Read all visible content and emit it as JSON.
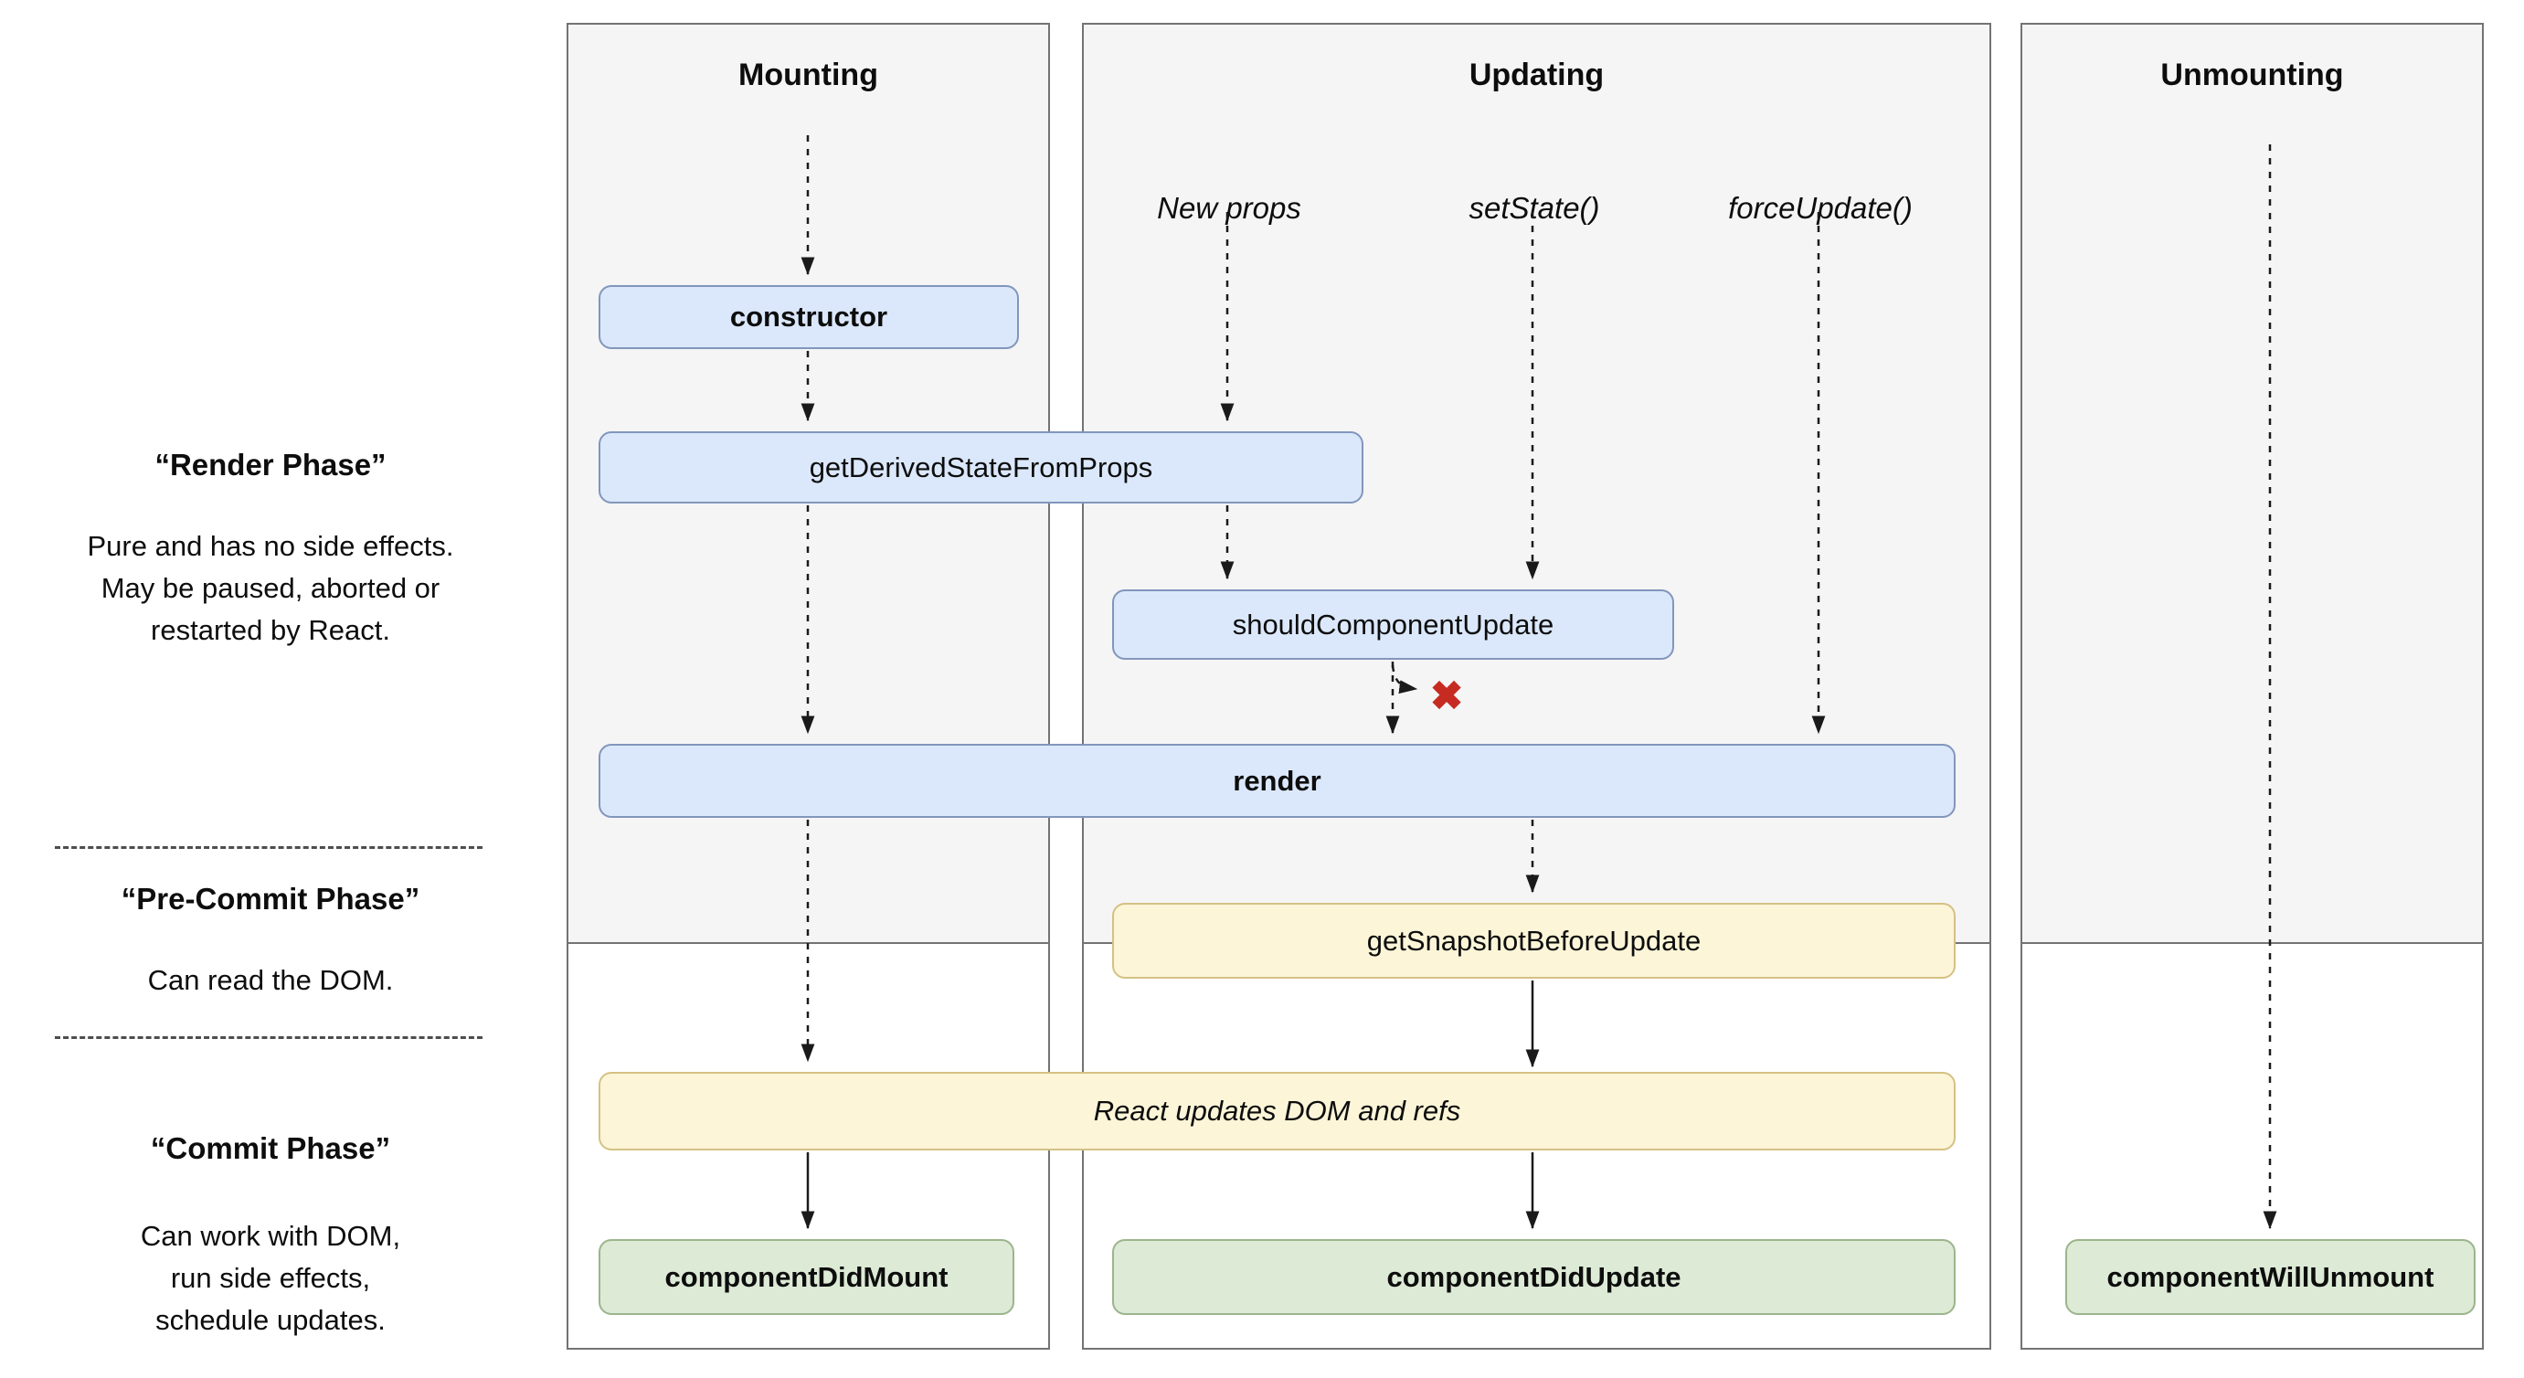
{
  "columns": {
    "mounting": {
      "title": "Mounting"
    },
    "updating": {
      "title": "Updating",
      "triggers": [
        "New props",
        "setState()",
        "forceUpdate()"
      ]
    },
    "unmounting": {
      "title": "Unmounting"
    }
  },
  "phases": [
    {
      "title": "“Render Phase”",
      "description": "Pure and has no side effects.\nMay be paused, aborted or\nrestarted by React."
    },
    {
      "title": "“Pre-Commit Phase”",
      "description": "Can read the DOM."
    },
    {
      "title": "“Commit Phase”",
      "description": "Can work with DOM,\nrun side effects,\nschedule updates."
    }
  ],
  "nodes": {
    "constructor": "constructor",
    "get_derived_state_from_props": "getDerivedStateFromProps",
    "should_component_update": "shouldComponentUpdate",
    "render": "render",
    "get_snapshot_before_update": "getSnapshotBeforeUpdate",
    "react_updates_dom": "React updates DOM and refs",
    "component_did_mount": "componentDidMount",
    "component_did_update": "componentDidUpdate",
    "component_will_unmount": "componentWillUnmount"
  },
  "no_symbol": "✖",
  "colors": {
    "node_blue_fill": "#dbe8fb",
    "node_blue_border": "#8296bc",
    "node_yellow_fill": "#fcf5d8",
    "node_yellow_border": "#d5c184",
    "node_green_fill": "#dcead6",
    "node_green_border": "#9cb58c",
    "panel_gray": "#f5f5f5",
    "panel_border": "#737373",
    "reject_x_red": "#c62b21"
  }
}
